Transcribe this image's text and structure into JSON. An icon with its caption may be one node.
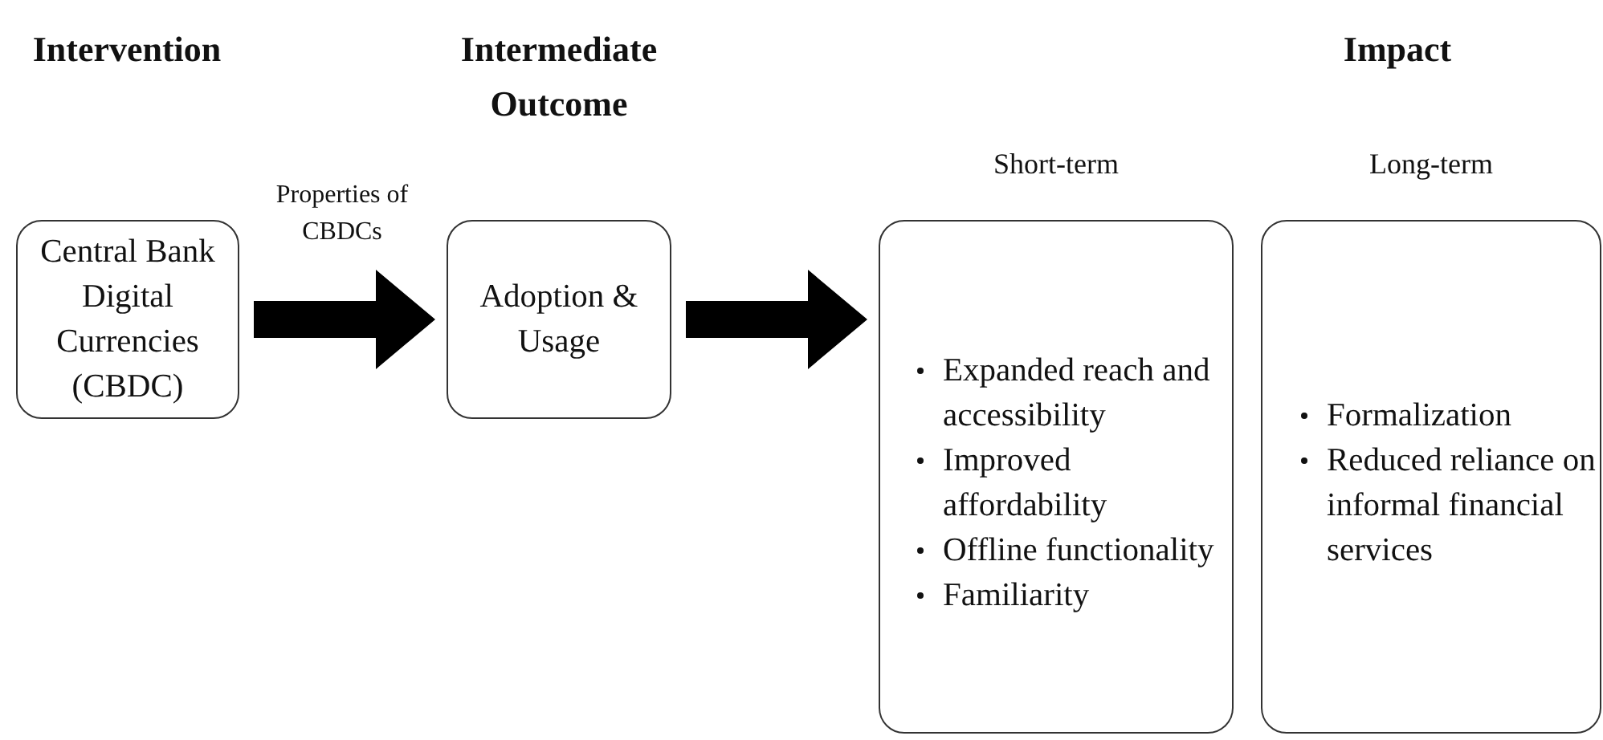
{
  "diagram": {
    "nodes": [
      {
        "text": [
          "Central Bank Digital Currencies (CBDC)"
        ]
      },
      {
        "text": [
          "Adoption & Usage"
        ]
      },
      {
        "text": [
          "Short-term",
          "Expanded reach and accessibility",
          "Improved affordability",
          "Offline functionality",
          "Familiarity"
        ]
      },
      {
        "text": [
          "Long-term",
          "Formalization",
          "Reduced reliance on informal financial services"
        ]
      }
    ],
    "edges": [
      {
        "from": 0,
        "to": 1,
        "arrow": "to",
        "label": "Properties of CBDCs",
        "style": "thick"
      },
      {
        "from": 1,
        "to": 2,
        "arrow": "to",
        "style": "thick"
      }
    ],
    "labels": [
      "Intervention",
      "Intermediate Outcome",
      "Impact"
    ]
  }
}
